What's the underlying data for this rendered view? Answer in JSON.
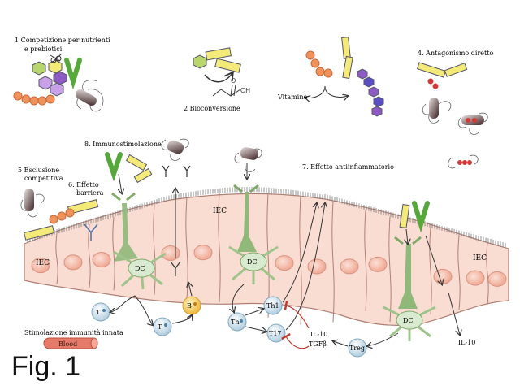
{
  "mechanisms": {
    "m1_line1": "1  Competizione  per nutrienti",
    "m1_line2": "e prebiotici",
    "m2": "2  Bioconversione",
    "m4": "4.  Antagonismo diretto",
    "m5_line1": "5  Esclusione",
    "m5_line2": "competitiva",
    "m6_line1": "6.  Effetto",
    "m6_line2": "barriera",
    "m7": "7.  Effetto antiinfiammatorio",
    "m8": "8.  Immunostimolazione",
    "vitamine": "Vitamine"
  },
  "chemistry": {
    "oxygen": "O",
    "hydroxyl": "OH"
  },
  "cells": {
    "iec": "IEC",
    "dc": "DC",
    "t": "T",
    "b": "B",
    "th1": "Th1",
    "th0": "Th",
    "t17": "T17",
    "treg": "Treg"
  },
  "cytokines": {
    "il10": "IL-10",
    "tgfb": "TGFβ"
  },
  "innate": "Stimolazione  immunità innata",
  "blood": "Blood",
  "caption": "Fig. 1",
  "colors": {
    "epithelium": "#f7d9cf",
    "nucleus": "#f3b7a6",
    "dc_green": "#7fa867",
    "yellow": "#f3ea7a",
    "orange": "#f0935a",
    "purple": "#8e5bc4",
    "green": "#56a83a",
    "tcell": "#cfe3f0",
    "bcell": "#f5c246",
    "blood": "#e57a6a"
  }
}
